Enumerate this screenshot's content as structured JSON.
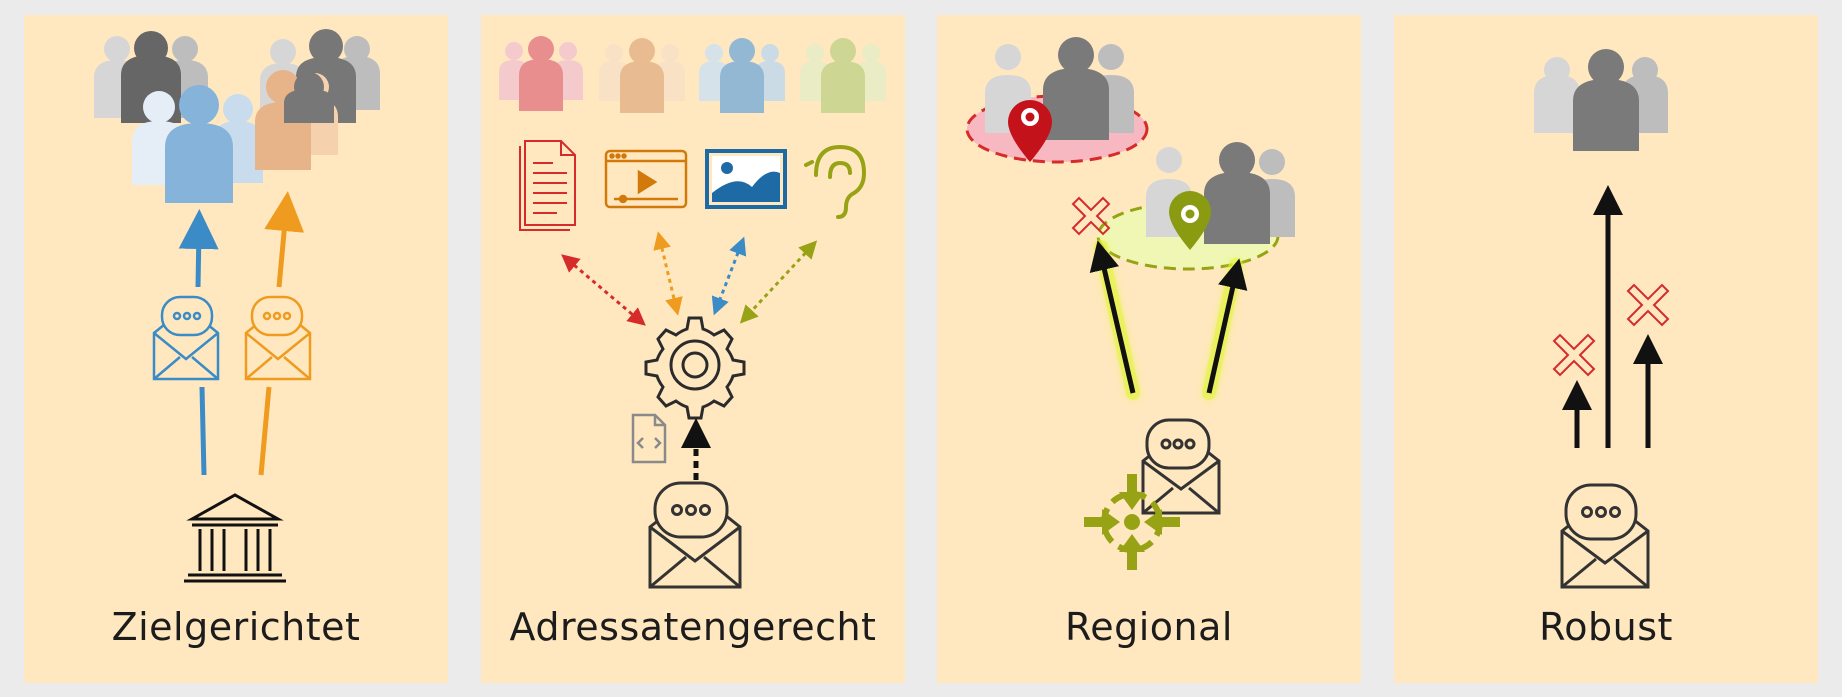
{
  "colors": {
    "background": "#ebebeb",
    "panel": "#ffe8c0",
    "blue": "#3b8bc6",
    "orange": "#ef9b1f",
    "red": "#d52b2b",
    "green": "#97a315",
    "dark": "#2b2b2b",
    "gray": "#7a7a7a"
  },
  "panels": [
    {
      "title": "Zielgerichtet"
    },
    {
      "title": "Adressatengerecht"
    },
    {
      "title": "Regional"
    },
    {
      "title": "Robust"
    }
  ]
}
